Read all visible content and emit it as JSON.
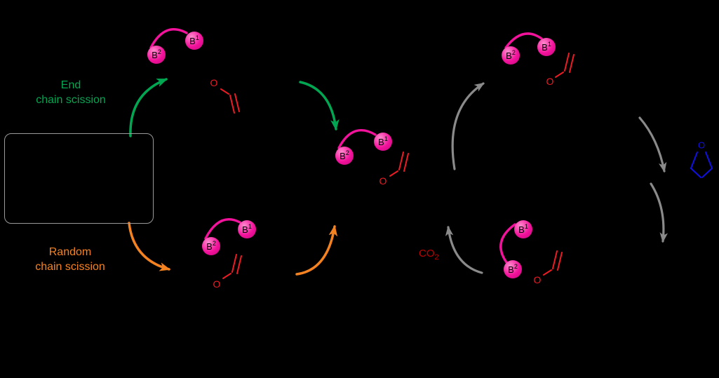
{
  "scheme": {
    "background": "#000000",
    "pathways": {
      "end": {
        "line1": "End",
        "line2": "chain scission"
      },
      "random": {
        "line1": "Random",
        "line2": "chain scission"
      }
    },
    "species": {
      "base_letter": "B",
      "base_sup_1": "1",
      "base_sup_2": "2",
      "oxygen": "O",
      "co2_formula": "CO",
      "co2_subscript": "2",
      "epoxide_oxygen": "O"
    }
  },
  "colors": {
    "green": "#00A651",
    "orange": "#F58220",
    "pink": "#F2129B",
    "pink_dark": "#C4067D",
    "red": "#EC1C24",
    "dark_red": "#C00000",
    "gray": "#8A8A8A",
    "blue": "#1010E0",
    "box_border": "#9A9A9A"
  }
}
